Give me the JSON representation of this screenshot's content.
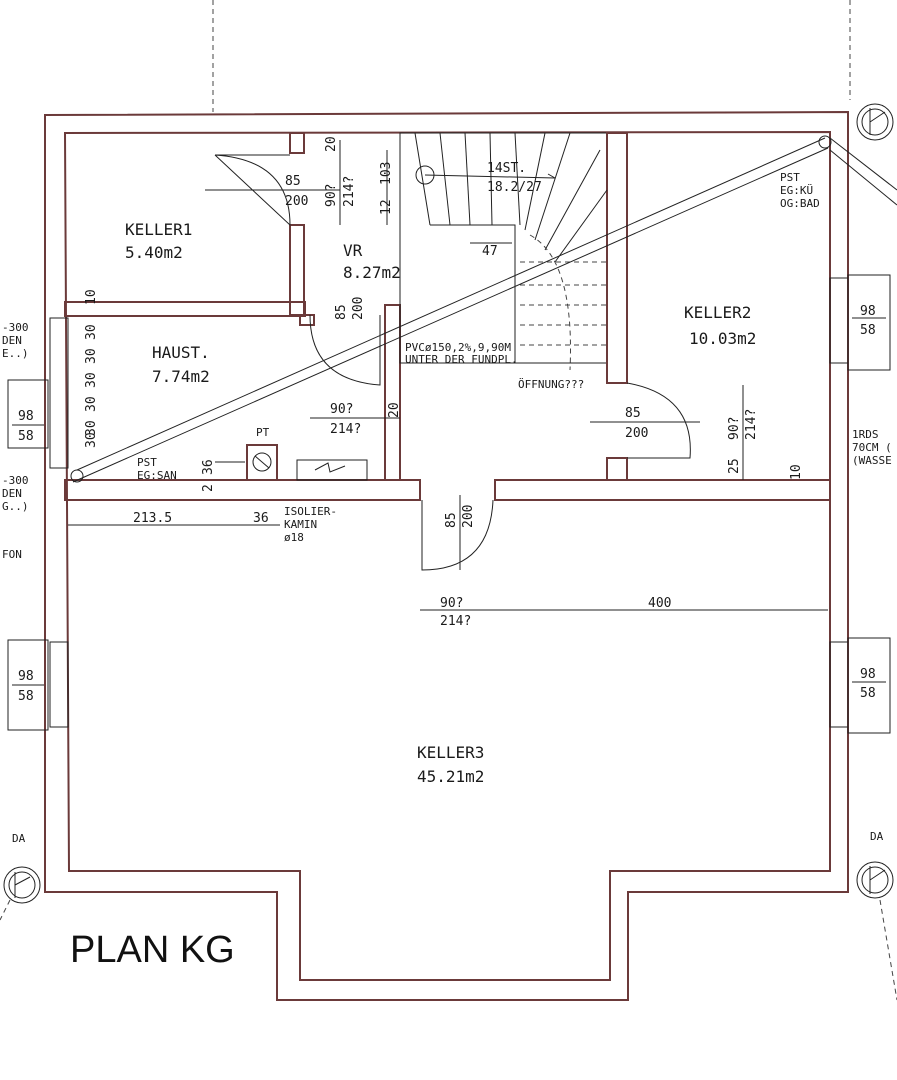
{
  "title": "PLAN KG",
  "rooms": {
    "keller1": {
      "name": "KELLER1",
      "area": "5.40m2"
    },
    "vr": {
      "name": "VR",
      "area": "8.27m2"
    },
    "haust": {
      "name": "HAUST.",
      "area": "7.74m2"
    },
    "keller2": {
      "name": "KELLER2",
      "area": "10.03m2"
    },
    "keller3": {
      "name": "KELLER3",
      "area": "45.21m2"
    }
  },
  "stair": {
    "steps": "14ST.",
    "ratio": "18.2/27"
  },
  "notes": {
    "pst_kue_1": "PST",
    "pst_kue_2": "EG:KÜ",
    "pst_kue_3": "OG:BAD",
    "pst_san_1": "PST",
    "pst_san_2": "EG:SAN",
    "pvc_1": "PVCø150,2%,9,90M",
    "pvc_2": "UNTER DER FUNDPL.",
    "oeffnung": "ÖFFNUNG???",
    "kamin_1": "ISOLIER-",
    "kamin_2": "KAMIN",
    "kamin_3": "ø18",
    "pt": "PT",
    "da_left": "DA",
    "da_right": "DA",
    "rds_1": "1RDS",
    "rds_2": "70CM (",
    "rds_3": "(WASSE",
    "edge_left_1": "-300",
    "edge_left_2": "DEN",
    "edge_left_3": "E..)",
    "edge_left_4": "-300",
    "edge_left_5": "DEN",
    "edge_left_6": "G..)",
    "edge_left_7": "FON"
  },
  "dims": {
    "d85a": "85",
    "d200a": "200",
    "d90a": "90?",
    "d214a": "214?",
    "d20a": "20",
    "d103": "103",
    "d12": "12",
    "d47": "47",
    "d85b": "85",
    "d200b": "200",
    "d90b": "90?",
    "d214b": "214?",
    "d20b": "20",
    "d10": "10",
    "d30a": "30",
    "d30b": "30",
    "d30c": "30",
    "d30d": "30",
    "d30e": "30",
    "d30f": "30",
    "d85c": "85",
    "d200c": "200",
    "d90c": "90?",
    "d214c": "214?",
    "d25": "25",
    "d10b": "10",
    "d36a": "36",
    "d2": "2",
    "d2135": "213.5",
    "d36b": "36",
    "d85d": "85",
    "d200d": "200",
    "d90d": "90?",
    "d214d": "214?",
    "d400": "400"
  },
  "windows": [
    {
      "w": "98",
      "h": "58"
    },
    {
      "w": "98",
      "h": "58"
    },
    {
      "w": "98",
      "h": "58"
    },
    {
      "w": "98",
      "h": "58"
    }
  ]
}
